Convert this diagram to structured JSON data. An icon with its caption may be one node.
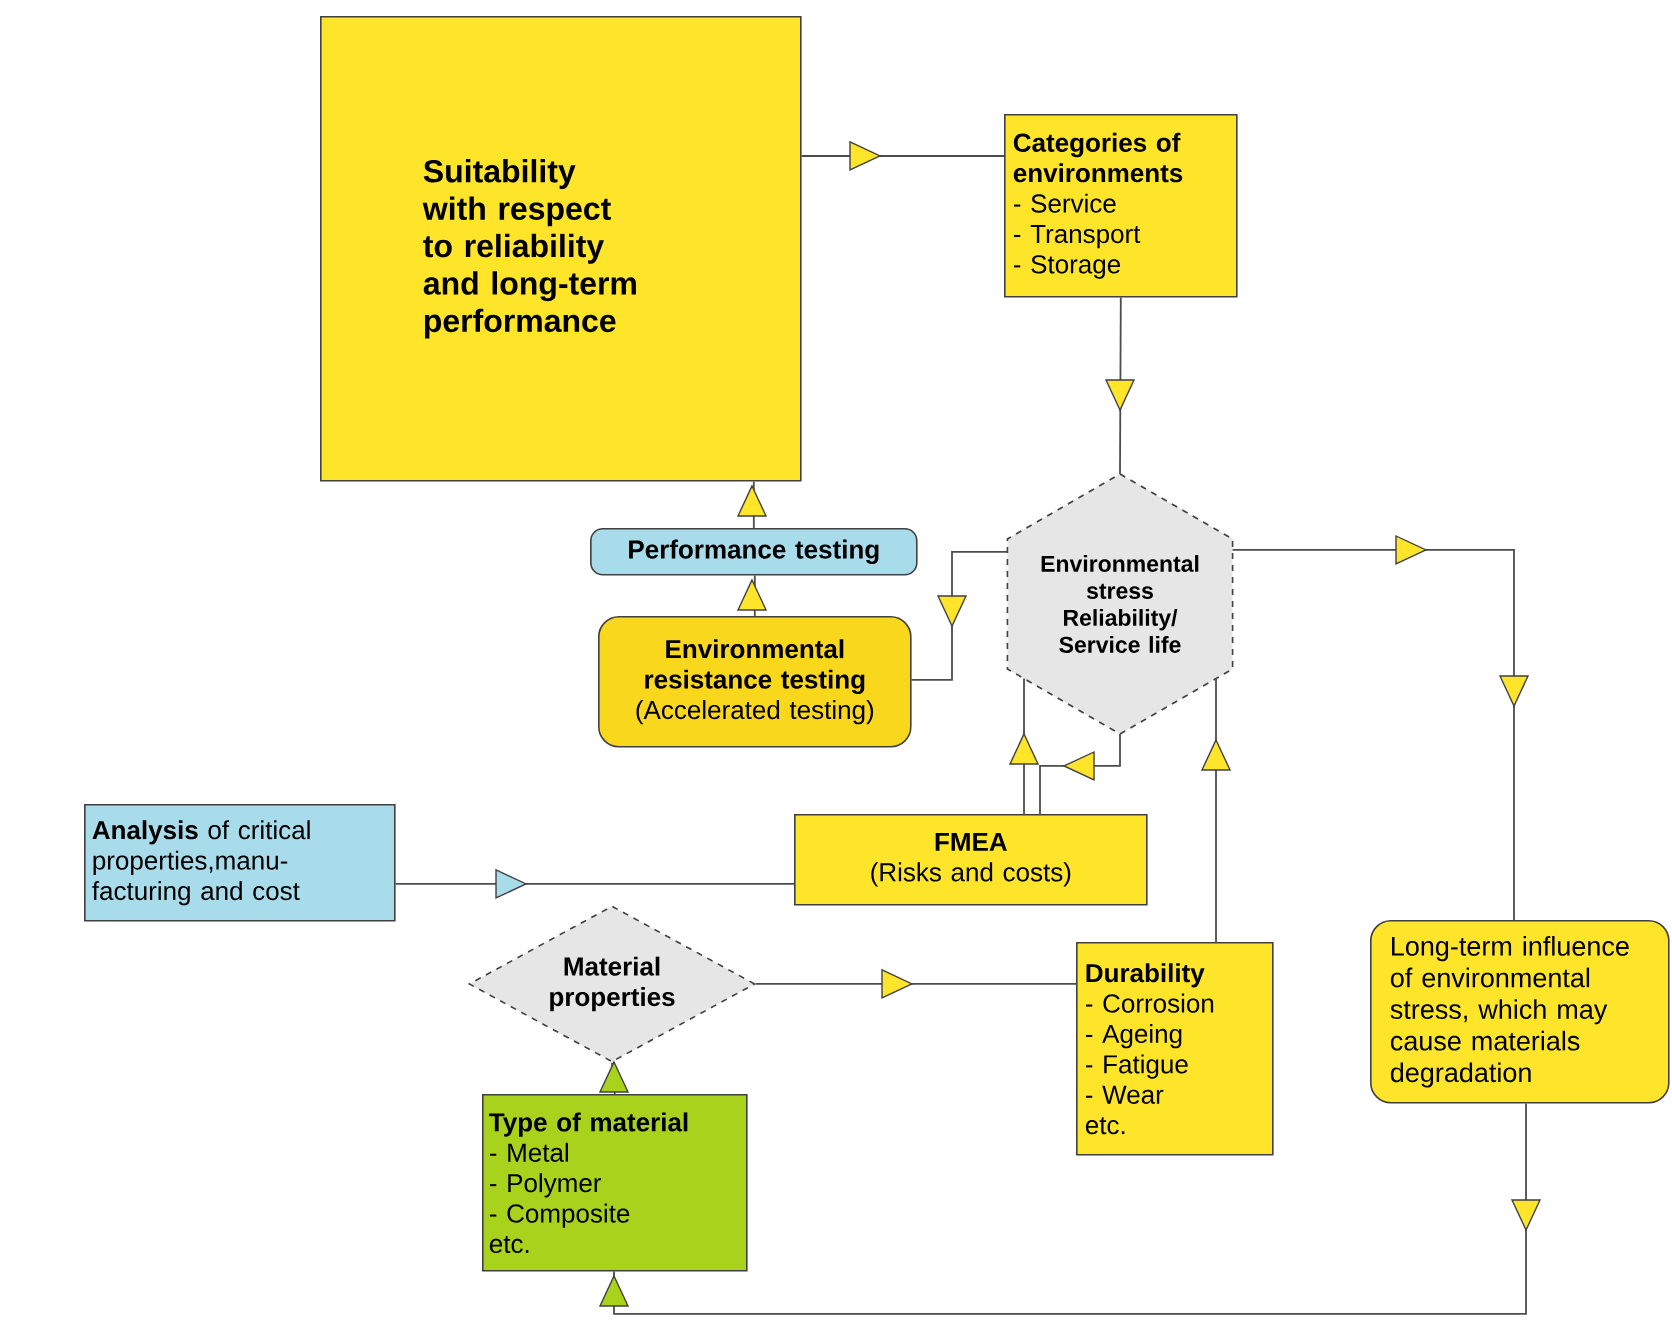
{
  "diagram": {
    "nodes": [
      {
        "text": [
          "Suitability with respect to reliability and long-term performance"
        ]
      },
      {
        "text": [
          "Categories of environments",
          "- Service",
          "- Transport",
          "- Storage"
        ]
      },
      {
        "text": [
          "Performance testing"
        ]
      },
      {
        "text": [
          "Environmental resistance testing",
          "(Accelerated testing)"
        ]
      },
      {
        "text": [
          "Environmental stress Reliability/ Service life"
        ]
      },
      {
        "text": [
          "**Analysis** of critical properties,manu- facturing and cost"
        ]
      },
      {
        "text": [
          "FMEA",
          "(Risks and costs)"
        ]
      },
      {
        "text": [
          "Material properties"
        ]
      },
      {
        "text": [
          "Durability",
          "- Corrosion",
          "- Ageing",
          "- Fatigue",
          "- Wear",
          "etc."
        ]
      },
      {
        "text": [
          "Long-term influence of environmental stress, which may cause materials degradation"
        ]
      },
      {
        "text": [
          "Type of material",
          "- Metal",
          "- Polymer",
          "- Composite",
          "etc."
        ]
      }
    ],
    "edges": [
      {
        "from": 0,
        "to": 1,
        "arrow": "to"
      },
      {
        "from": 1,
        "to": 4,
        "arrow": "to"
      },
      {
        "from": 2,
        "to": 0,
        "arrow": "to"
      },
      {
        "from": 3,
        "to": 2,
        "arrow": "to"
      },
      {
        "from": 4,
        "to": 3,
        "arrow": "to"
      },
      {
        "from": 6,
        "to": 4,
        "arrow": "to"
      },
      {
        "from": 4,
        "to": 6,
        "arrow": "to"
      },
      {
        "from": 5,
        "to": 6,
        "arrow": "to"
      },
      {
        "from": 7,
        "to": 8,
        "arrow": "to"
      },
      {
        "from": 8,
        "to": 4,
        "arrow": "to"
      },
      {
        "from": 4,
        "to": 9,
        "arrow": "to"
      },
      {
        "from": 9,
        "to": 10,
        "arrow": "to"
      },
      {
        "from": 10,
        "to": 7,
        "arrow": "to"
      }
    ]
  }
}
